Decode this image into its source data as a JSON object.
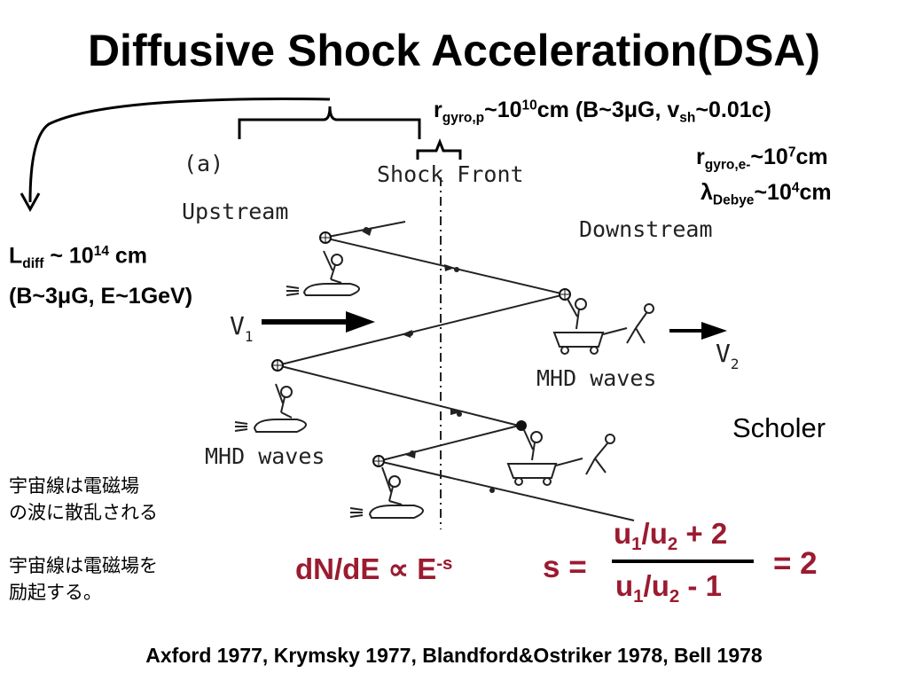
{
  "title": "Diffusive Shock Acceleration(DSA)",
  "annotations": {
    "rgyro_p": {
      "r": "r",
      "sub": "gyro,p",
      "tilde1": "~10",
      "exp": "10",
      "mid": "cm (B~3",
      "mu": "μ",
      "g": "G, v",
      "vsub": "sh",
      "end": "~0.01c)"
    },
    "rgyro_e": {
      "r": "r",
      "sub": "gyro,e-",
      "tilde": "~10",
      "exp": "7",
      "unit": "cm"
    },
    "debye": {
      "lambda": "λ",
      "sub": "Debye",
      "tilde": "~10",
      "exp": "4",
      "unit": "cm"
    },
    "ldiff": {
      "l": "L",
      "sub": "diff",
      "tilde": " ~ 10",
      "exp": "14",
      "unit": " cm",
      "line2_a": "(B~3",
      "mu": "μ",
      "line2_b": "G, E~1GeV)"
    }
  },
  "figure": {
    "panel_label": "(a)",
    "shock_front": "Shock Front",
    "upstream": "Upstream",
    "downstream": "Downstream",
    "v1": "V",
    "v1_sub": "1",
    "v2": "V",
    "v2_sub": "2",
    "mhd_waves_right": "MHD waves",
    "mhd_waves_left": "MHD waves"
  },
  "credit": "Scholer",
  "japanese": {
    "p1_line1": "宇宙線は電磁場",
    "p1_line2": "の波に散乱される",
    "p2_line1": "宇宙線は電磁場を",
    "p2_line2": "励起する。"
  },
  "formula": {
    "spectrum": "dN/dE ∝ E",
    "spectrum_exp": "-s",
    "s_label": "s =",
    "num_a": "u",
    "num_a_sub": "1",
    "num_b": "/u",
    "num_b_sub": "2",
    "num_c": " + 2",
    "den_a": "u",
    "den_a_sub": "1",
    "den_b": "/u",
    "den_b_sub": "2",
    "den_c": " - 1",
    "result": "= 2"
  },
  "references": "Axford 1977, Krymsky 1977, Blandford&Ostriker 1978, Bell 1978",
  "colors": {
    "formula": "#9b1b30",
    "text": "#000000"
  }
}
